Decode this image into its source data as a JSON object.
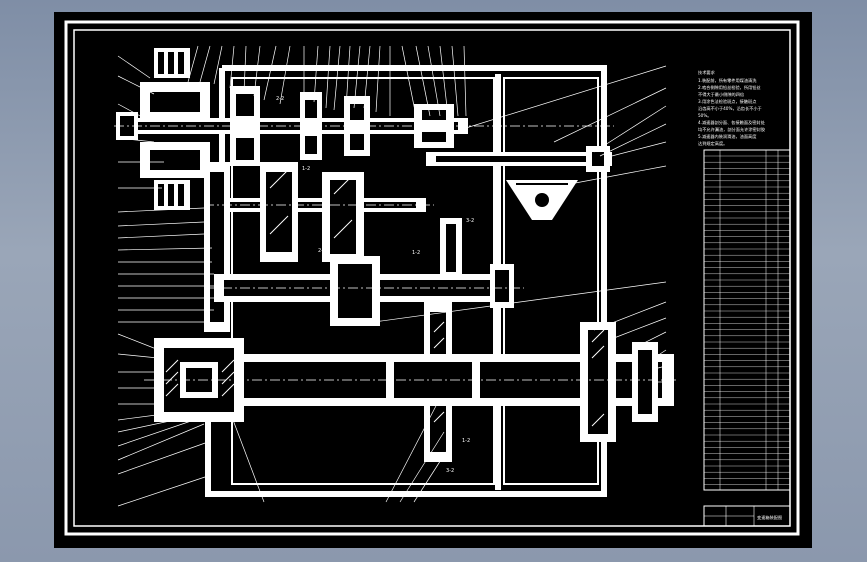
{
  "drawing": {
    "frame_color": "#ffffff",
    "background_color": "#000000",
    "window_gradient": [
      "#7f8ea6",
      "#9aa6b8"
    ],
    "notes_title": "技术要求",
    "notes_lines": [
      "1.装配前，所有零件用煤油清洗",
      "2.啮合侧隙用铅丝检验，所用铅丝",
      "不得大于最小侧隙的四倍",
      "3.用涂色法检验斑点，接触斑点",
      "沿齿高不小于40%，沿齿长不小于",
      "50%。",
      "4.减速器剖分面、各接触面及密封处",
      "均不允许漏油，剖分面允许涂密封胶",
      "5.减速器内装润滑油，油面高度",
      "达到规定高度。"
    ],
    "dimension_labels": [
      "2-2",
      "2-2",
      "1-2",
      "6-2",
      "3-2",
      "1-2",
      "2-2",
      "1-2",
      "3-2"
    ],
    "title_block": {
      "title": "变速箱装配图"
    }
  }
}
